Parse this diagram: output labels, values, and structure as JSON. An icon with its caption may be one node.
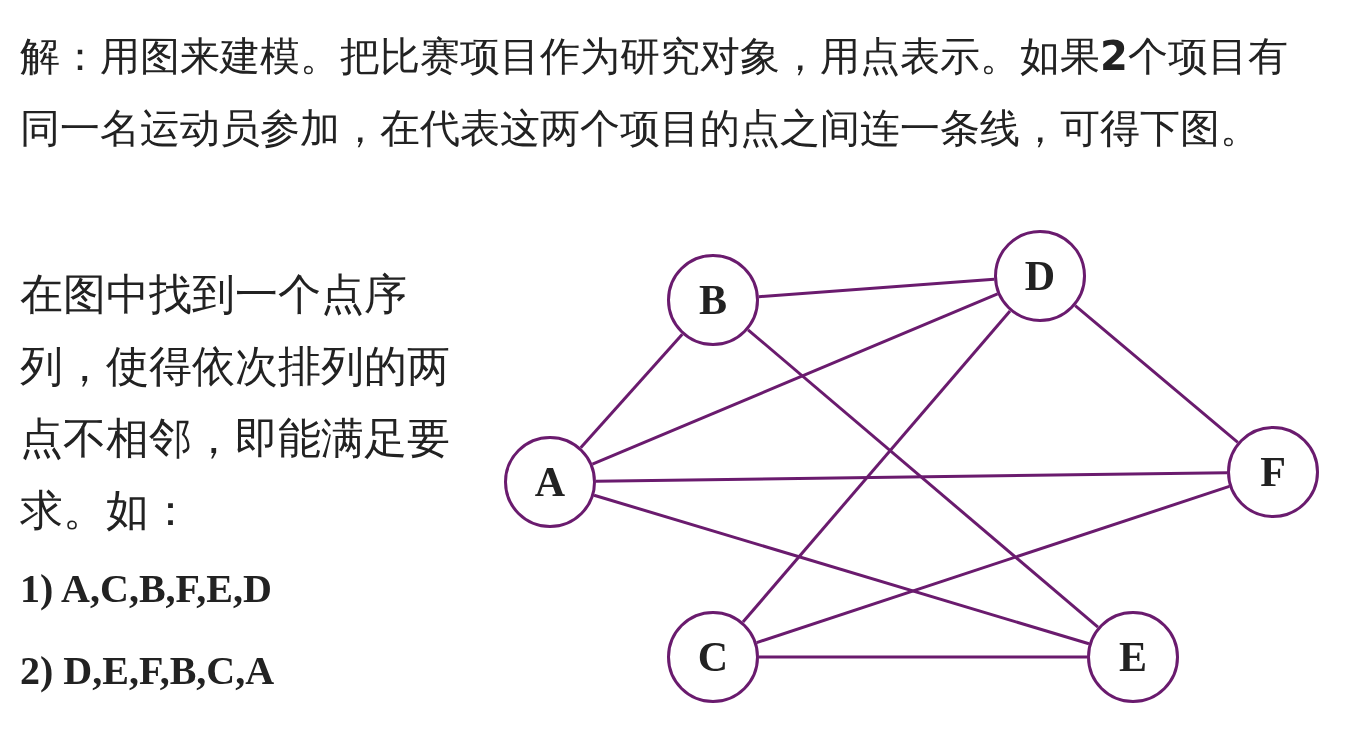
{
  "diagram": {
    "nodes": [
      {
        "text": [
          "B"
        ]
      },
      {
        "text": [
          "D"
        ]
      },
      {
        "text": [
          "A"
        ]
      },
      {
        "text": [
          "F"
        ]
      },
      {
        "text": [
          "C"
        ]
      },
      {
        "text": [
          "E"
        ]
      }
    ],
    "edges": [
      {
        "from": 0,
        "to": 1,
        "arrow": "none"
      },
      {
        "from": 0,
        "to": 2,
        "arrow": "none"
      },
      {
        "from": 0,
        "to": 5,
        "arrow": "none"
      },
      {
        "from": 1,
        "to": 2,
        "arrow": "none"
      },
      {
        "from": 1,
        "to": 4,
        "arrow": "none"
      },
      {
        "from": 1,
        "to": 3,
        "arrow": "none"
      },
      {
        "from": 2,
        "to": 3,
        "arrow": "none"
      },
      {
        "from": 2,
        "to": 5,
        "arrow": "none"
      },
      {
        "from": 3,
        "to": 4,
        "arrow": "none"
      },
      {
        "from": 4,
        "to": 5,
        "arrow": "none"
      }
    ],
    "labels": [
      "解：用图来建模。把比赛项目作为研究对象，用点表示。如果**2**个项目有同一名运动员参加，在代表这两个项目的点之间连一条线，可得下图。",
      "在图中找到一个点序列，使得依次排列的两点不相邻，即能满足要求。如：",
      "1) A,C,B,F,E,D",
      "2) D,E,F,B,C,A"
    ]
  }
}
